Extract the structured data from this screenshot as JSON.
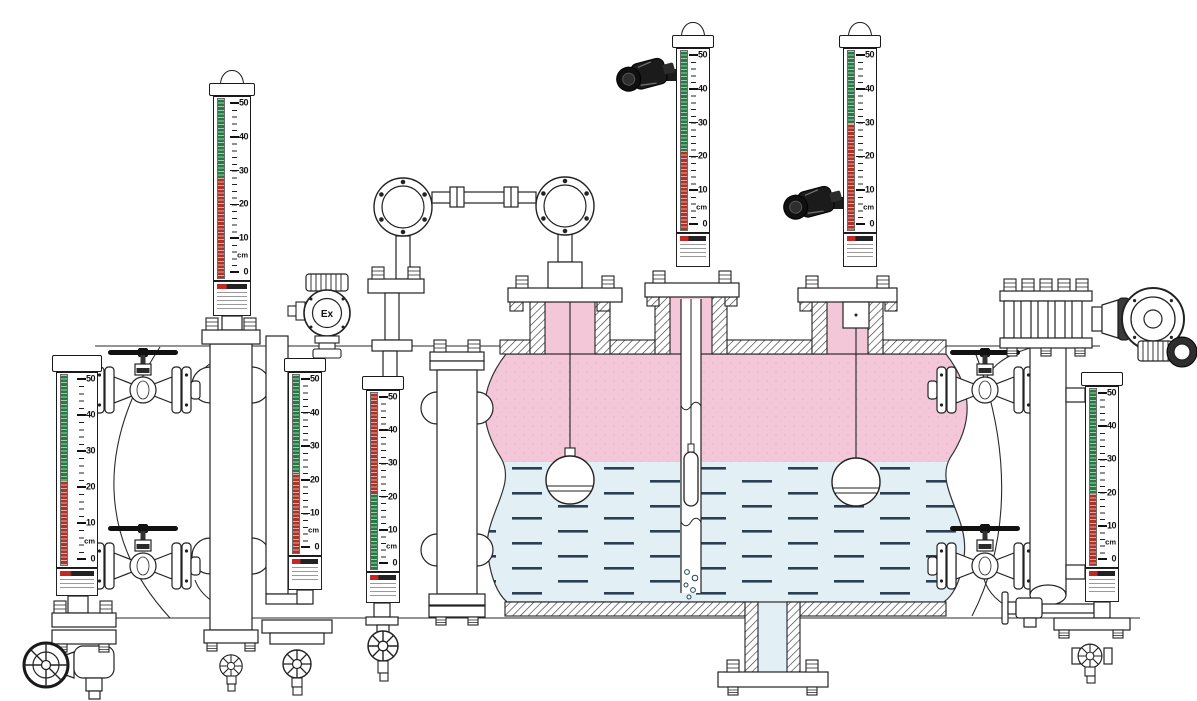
{
  "meta": {
    "title": "Magnetic float level gauges installed on a horizontal process tank"
  },
  "scale": {
    "unit": "cm",
    "major_ticks": [
      "50",
      "40",
      "30",
      "20",
      "10",
      "0"
    ],
    "max": 50,
    "minor_step_cm": 2
  },
  "colors": {
    "vapor_pink": "#f3c7d8",
    "liquid_blue": "#e2f0f6",
    "dash_blue": "#2b3f52",
    "flipper_green": "#2e8b4e",
    "flipper_red": "#c23b30",
    "outline": "#222222",
    "nameplate_red": "#c02a22"
  },
  "markings": {
    "ex_label": "Ex"
  },
  "gauges": [
    {
      "id": "side-mounted-left",
      "reading_cm": 22,
      "top_color": "green",
      "bottom_color": "red"
    },
    {
      "id": "tall-side-mounted",
      "reading_cm": 28,
      "top_color": "green",
      "bottom_color": "red"
    },
    {
      "id": "ex-transmitter-gauge",
      "reading_cm": 22,
      "top_color": "green",
      "bottom_color": "red"
    },
    {
      "id": "interface-gauge",
      "reading_cm": 21,
      "top_color": "red",
      "bottom_color": "green"
    },
    {
      "id": "top-mounted-left",
      "reading_cm": 22,
      "top_color": "green",
      "bottom_color": "red"
    },
    {
      "id": "top-mounted-right",
      "reading_cm": 30,
      "top_color": "green",
      "bottom_color": "red"
    },
    {
      "id": "side-mounted-right",
      "reading_cm": 20,
      "top_color": "green",
      "bottom_color": "red"
    }
  ]
}
